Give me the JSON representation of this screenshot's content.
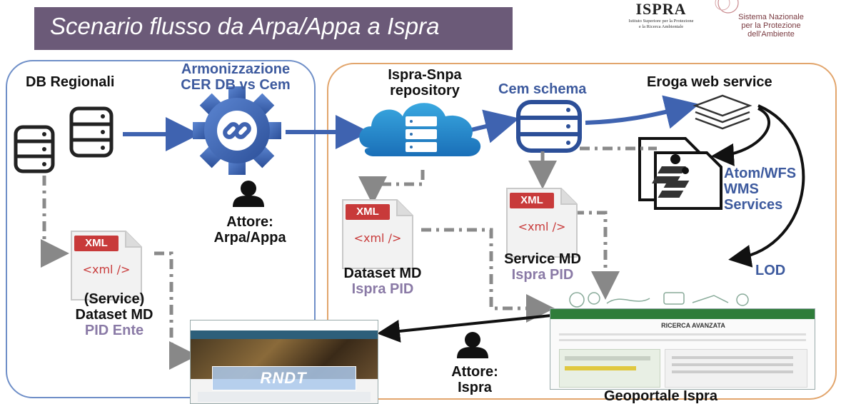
{
  "header": {
    "title": "Scenario flusso da Arpa/Appa a Ispra"
  },
  "logos": {
    "ispra_name": "ISPRA",
    "ispra_line1": "Istituto Superiore per la Protezione",
    "ispra_line2": "e la Ricerca Ambientale",
    "snpa_line1": "Sistema Nazionale",
    "snpa_line2": "per la Protezione",
    "snpa_line3": "dell'Ambiente"
  },
  "left_panel": {
    "db_label": "DB Regionali",
    "harmonization_line1": "Armonizzazione",
    "harmonization_line2": "CER DB vs Cem",
    "actor_line1": "Attore:",
    "actor_line2": "Arpa/Appa",
    "md_line1": "(Service)",
    "md_line2": "Dataset MD",
    "md_line3": "PID Ente"
  },
  "right_panel": {
    "repo_line1": "Ispra-Snpa",
    "repo_line2": "repository",
    "schema_label": "Cem schema",
    "webservice_label": "Eroga web service",
    "services_line1": "Atom/WFS",
    "services_line2": "WMS",
    "services_line3": "Services",
    "lod_label": "LOD",
    "dataset_md_line1": "Dataset MD",
    "dataset_md_line2": "Ispra PID",
    "service_md_line1": "Service MD",
    "service_md_line2": "Ispra PID",
    "actor_line1": "Attore:",
    "actor_line2": "Ispra",
    "geoportal_label": "Geoportale Ispra"
  },
  "xml_icon": {
    "badge": "XML",
    "tag": "<xml />"
  },
  "rndt": {
    "banner": "RNDT"
  },
  "geoportal_screen": {
    "heading": "RICERCA AVANZATA"
  },
  "colors": {
    "title_bar": "#6b5a78",
    "arrow_blue": "#3f63b0",
    "left_border": "#6f8fc8",
    "right_border": "#e2a56c",
    "label_blue": "#3d5a9e",
    "label_purple": "#8a7aa6",
    "xml_red": "#c83a3a",
    "geoportal_green": "#2f7d3a"
  }
}
